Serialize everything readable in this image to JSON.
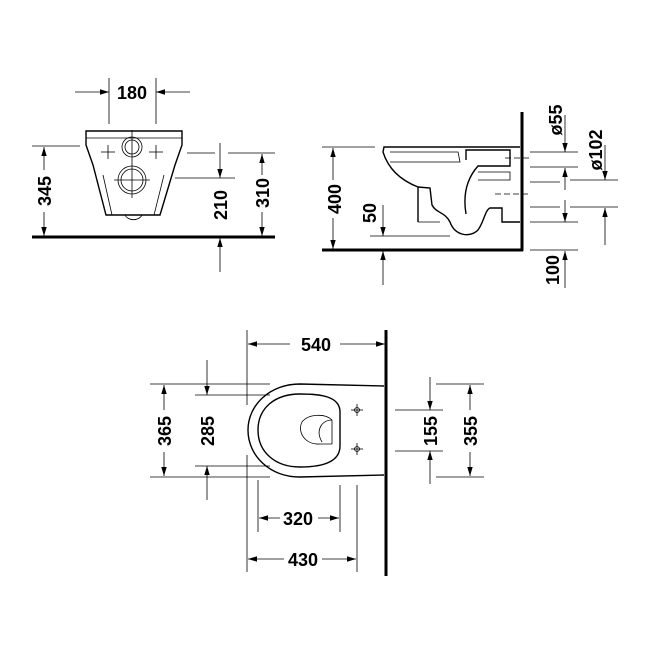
{
  "drawing": {
    "front_view": {
      "width_180": "180",
      "height_345": "345",
      "height_210": "210",
      "height_310": "310"
    },
    "side_view": {
      "height_400": "400",
      "height_50": "50",
      "diameter_55": "ø55",
      "diameter_102": "ø102",
      "height_100": "100"
    },
    "top_view": {
      "length_540": "540",
      "width_365": "365",
      "width_285": "285",
      "spacing_155": "155",
      "width_355": "355",
      "length_320": "320",
      "length_430": "430"
    }
  }
}
